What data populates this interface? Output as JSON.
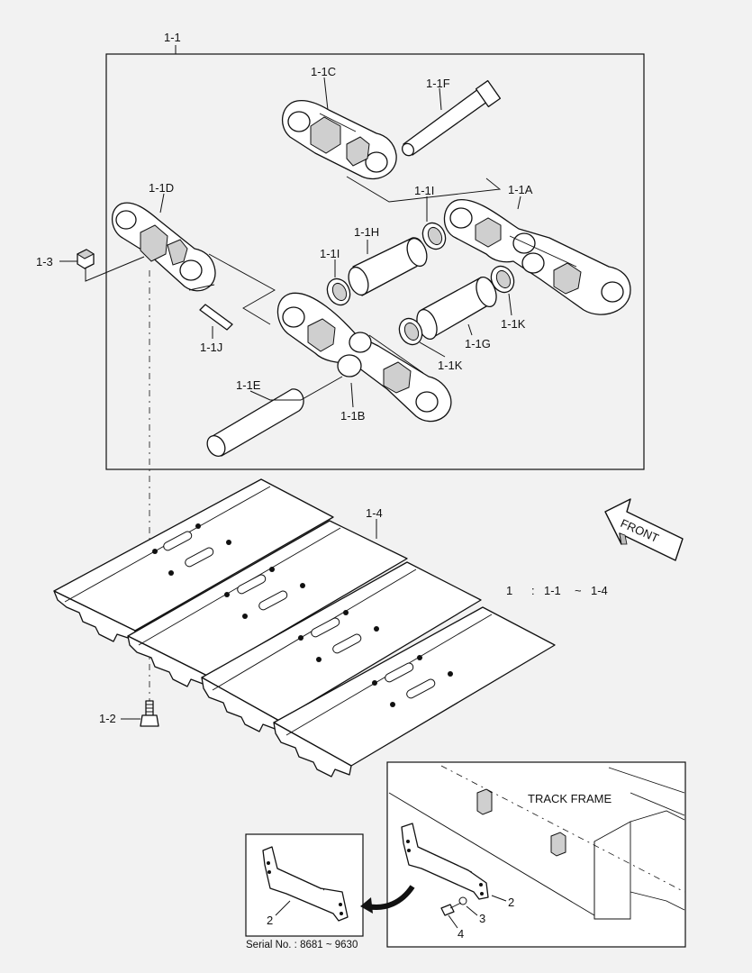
{
  "labels": {
    "assembly": "1-1",
    "link_1A": "1-1A",
    "link_1B": "1-1B",
    "link_1C": "1-1C",
    "link_1D": "1-1D",
    "pin_1E": "1-1E",
    "pin_1F": "1-1F",
    "bushing_1G": "1-1G",
    "bushing_1H": "1-1H",
    "seal_1I_a": "1-1I",
    "seal_1I_b": "1-1I",
    "pin_1J": "1-1J",
    "seal_1K_a": "1-1K",
    "seal_1K_b": "1-1K",
    "bolt": "1-2",
    "nut": "1-3",
    "shoe": "1-4",
    "plate": "2",
    "plate_inset": "2",
    "washer": "3",
    "bolt_small": "4"
  },
  "composition": {
    "item": "1",
    "colon": ":",
    "from": "1-1",
    "tilde": "~",
    "to": "1-4"
  },
  "front_arrow": "FRONT",
  "track_frame": "TRACK FRAME",
  "serial": "Serial No. : 8681 ~ 9630"
}
